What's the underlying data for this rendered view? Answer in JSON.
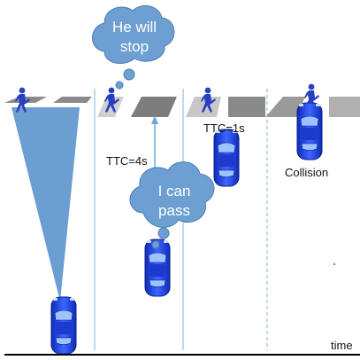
{
  "bubbles": {
    "pedestrian_thought": [
      "He will",
      "stop"
    ],
    "driver_thought": [
      "I can",
      "pass"
    ]
  },
  "labels": {
    "ttc_4": "TTC=4s",
    "ttc_1": "TTC=1s",
    "collision": "Collision",
    "time_axis": "time"
  },
  "colors": {
    "car_blue": "#1f3fd8",
    "bubble_fill": "#6d9fd2",
    "cone_fill": "#5b93cc",
    "divider": "#7fb3e0",
    "pedestrian": "#2a3fbf",
    "crosswalk": "#8a8a8a"
  },
  "icons": [
    "pedestrian-icon",
    "car-icon",
    "thought-bubble-icon"
  ]
}
